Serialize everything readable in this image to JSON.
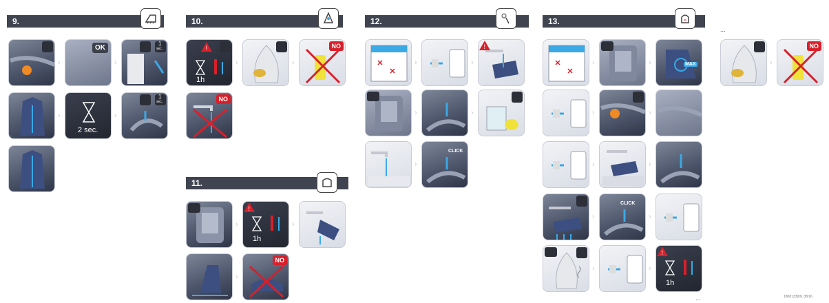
{
  "sections": {
    "s9": {
      "number": "9."
    },
    "s10": {
      "number": "10."
    },
    "s11": {
      "number": "11."
    },
    "s12": {
      "number": "12."
    },
    "s13": {
      "number": "13."
    }
  },
  "labels": {
    "ok": "OK",
    "sec1": "1",
    "sec_unit": "sec.",
    "two_sec": "2 sec.",
    "no": "NO",
    "one_hour": "1h",
    "click": "CLICK",
    "max": "MAX",
    "ellipsis_top": "...",
    "ellipsis_bottom": "..."
  },
  "footer": {
    "doc_code": "1800133901 38/16"
  },
  "colors": {
    "section_bar": "#3f4450",
    "no_badge": "#d8202a",
    "warning": "#d8202a",
    "water_blue": "#3aa9e6",
    "lemon": "#f1e23a",
    "orange_dot": "#f08a24"
  }
}
